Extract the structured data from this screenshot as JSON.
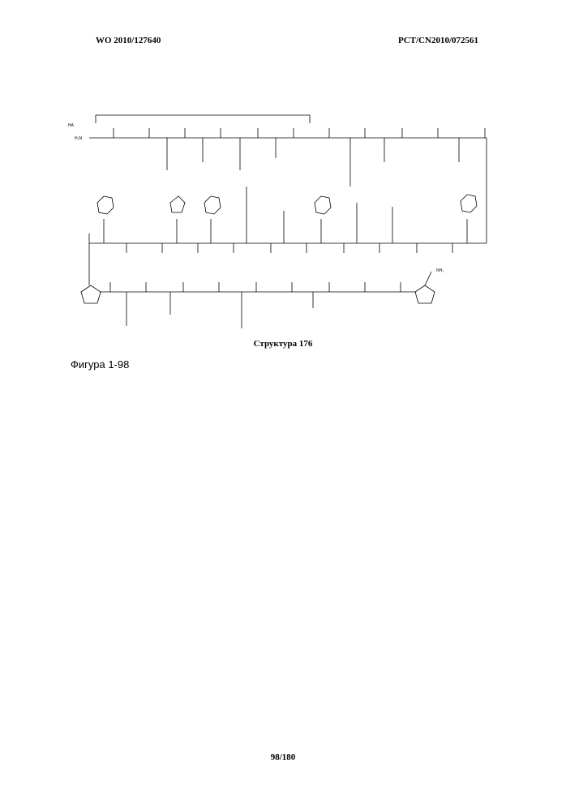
{
  "header": {
    "publication_number": "WO 2010/127640",
    "application_number": "PCT/CN2010/072561"
  },
  "figure": {
    "caption": "Структура 176",
    "label": "Фигура 1-98"
  },
  "structure_labels": {
    "ha": "HA",
    "n_terminus": "H₂N",
    "c_terminus": "NH₂"
  },
  "footer": {
    "page": "98/180"
  }
}
